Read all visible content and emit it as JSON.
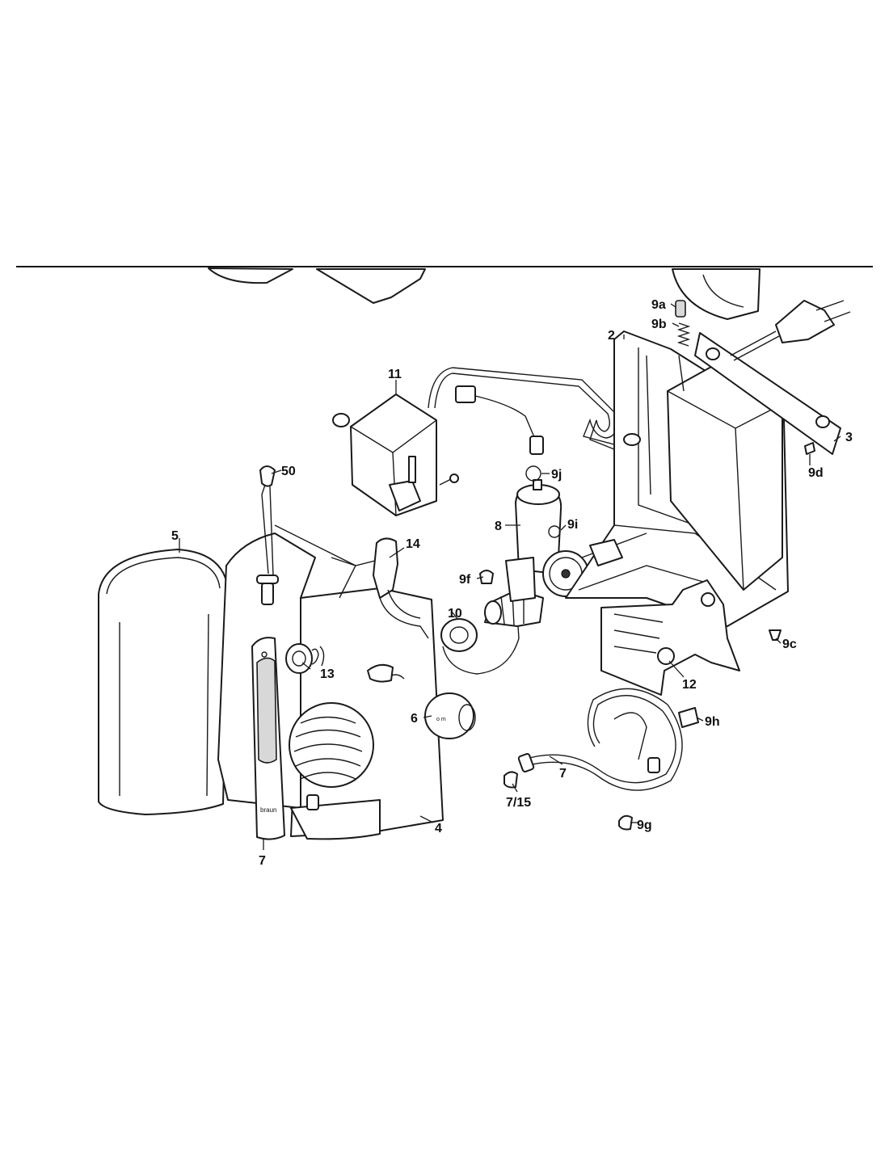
{
  "diagram": {
    "labels": {
      "p2": "2",
      "p3": "3",
      "p4": "4",
      "p5": "5",
      "p6": "6",
      "p7a": "7",
      "p7b": "7",
      "p7_15": "7/15",
      "p8": "8",
      "p9a": "9a",
      "p9b": "9b",
      "p9c": "9c",
      "p9d": "9d",
      "p9f": "9f",
      "p9g": "9g",
      "p9h": "9h",
      "p9i": "9i",
      "p9j": "9j",
      "p10": "10",
      "p11": "11",
      "p12": "12",
      "p13": "13",
      "p14": "14",
      "p50": "50"
    },
    "handle_brand": "braun",
    "colors": {
      "ink": "#1a1a1a",
      "paper": "#ffffff",
      "shade": "#d8d8d8"
    }
  }
}
